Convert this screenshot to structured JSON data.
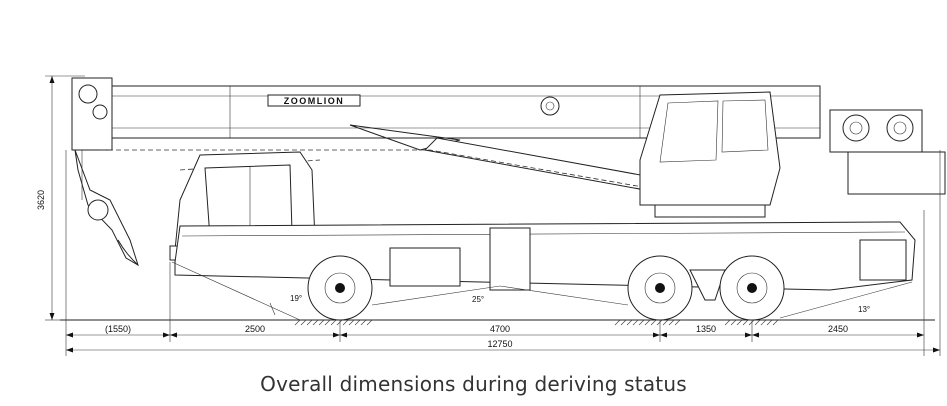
{
  "caption": "Overall dimensions during deriving status",
  "brand_label": "ZOOMLION",
  "dimensions": {
    "height": "3620",
    "front_overhang": "(1550)",
    "cab_to_axle1": "2500",
    "axle1_to_axle2": "4700",
    "axle2_to_axle3": "1350",
    "rear_overhang": "2450",
    "total_length": "12750"
  },
  "angles": {
    "approach": "19°",
    "ramp": "25°",
    "departure": "13°"
  }
}
